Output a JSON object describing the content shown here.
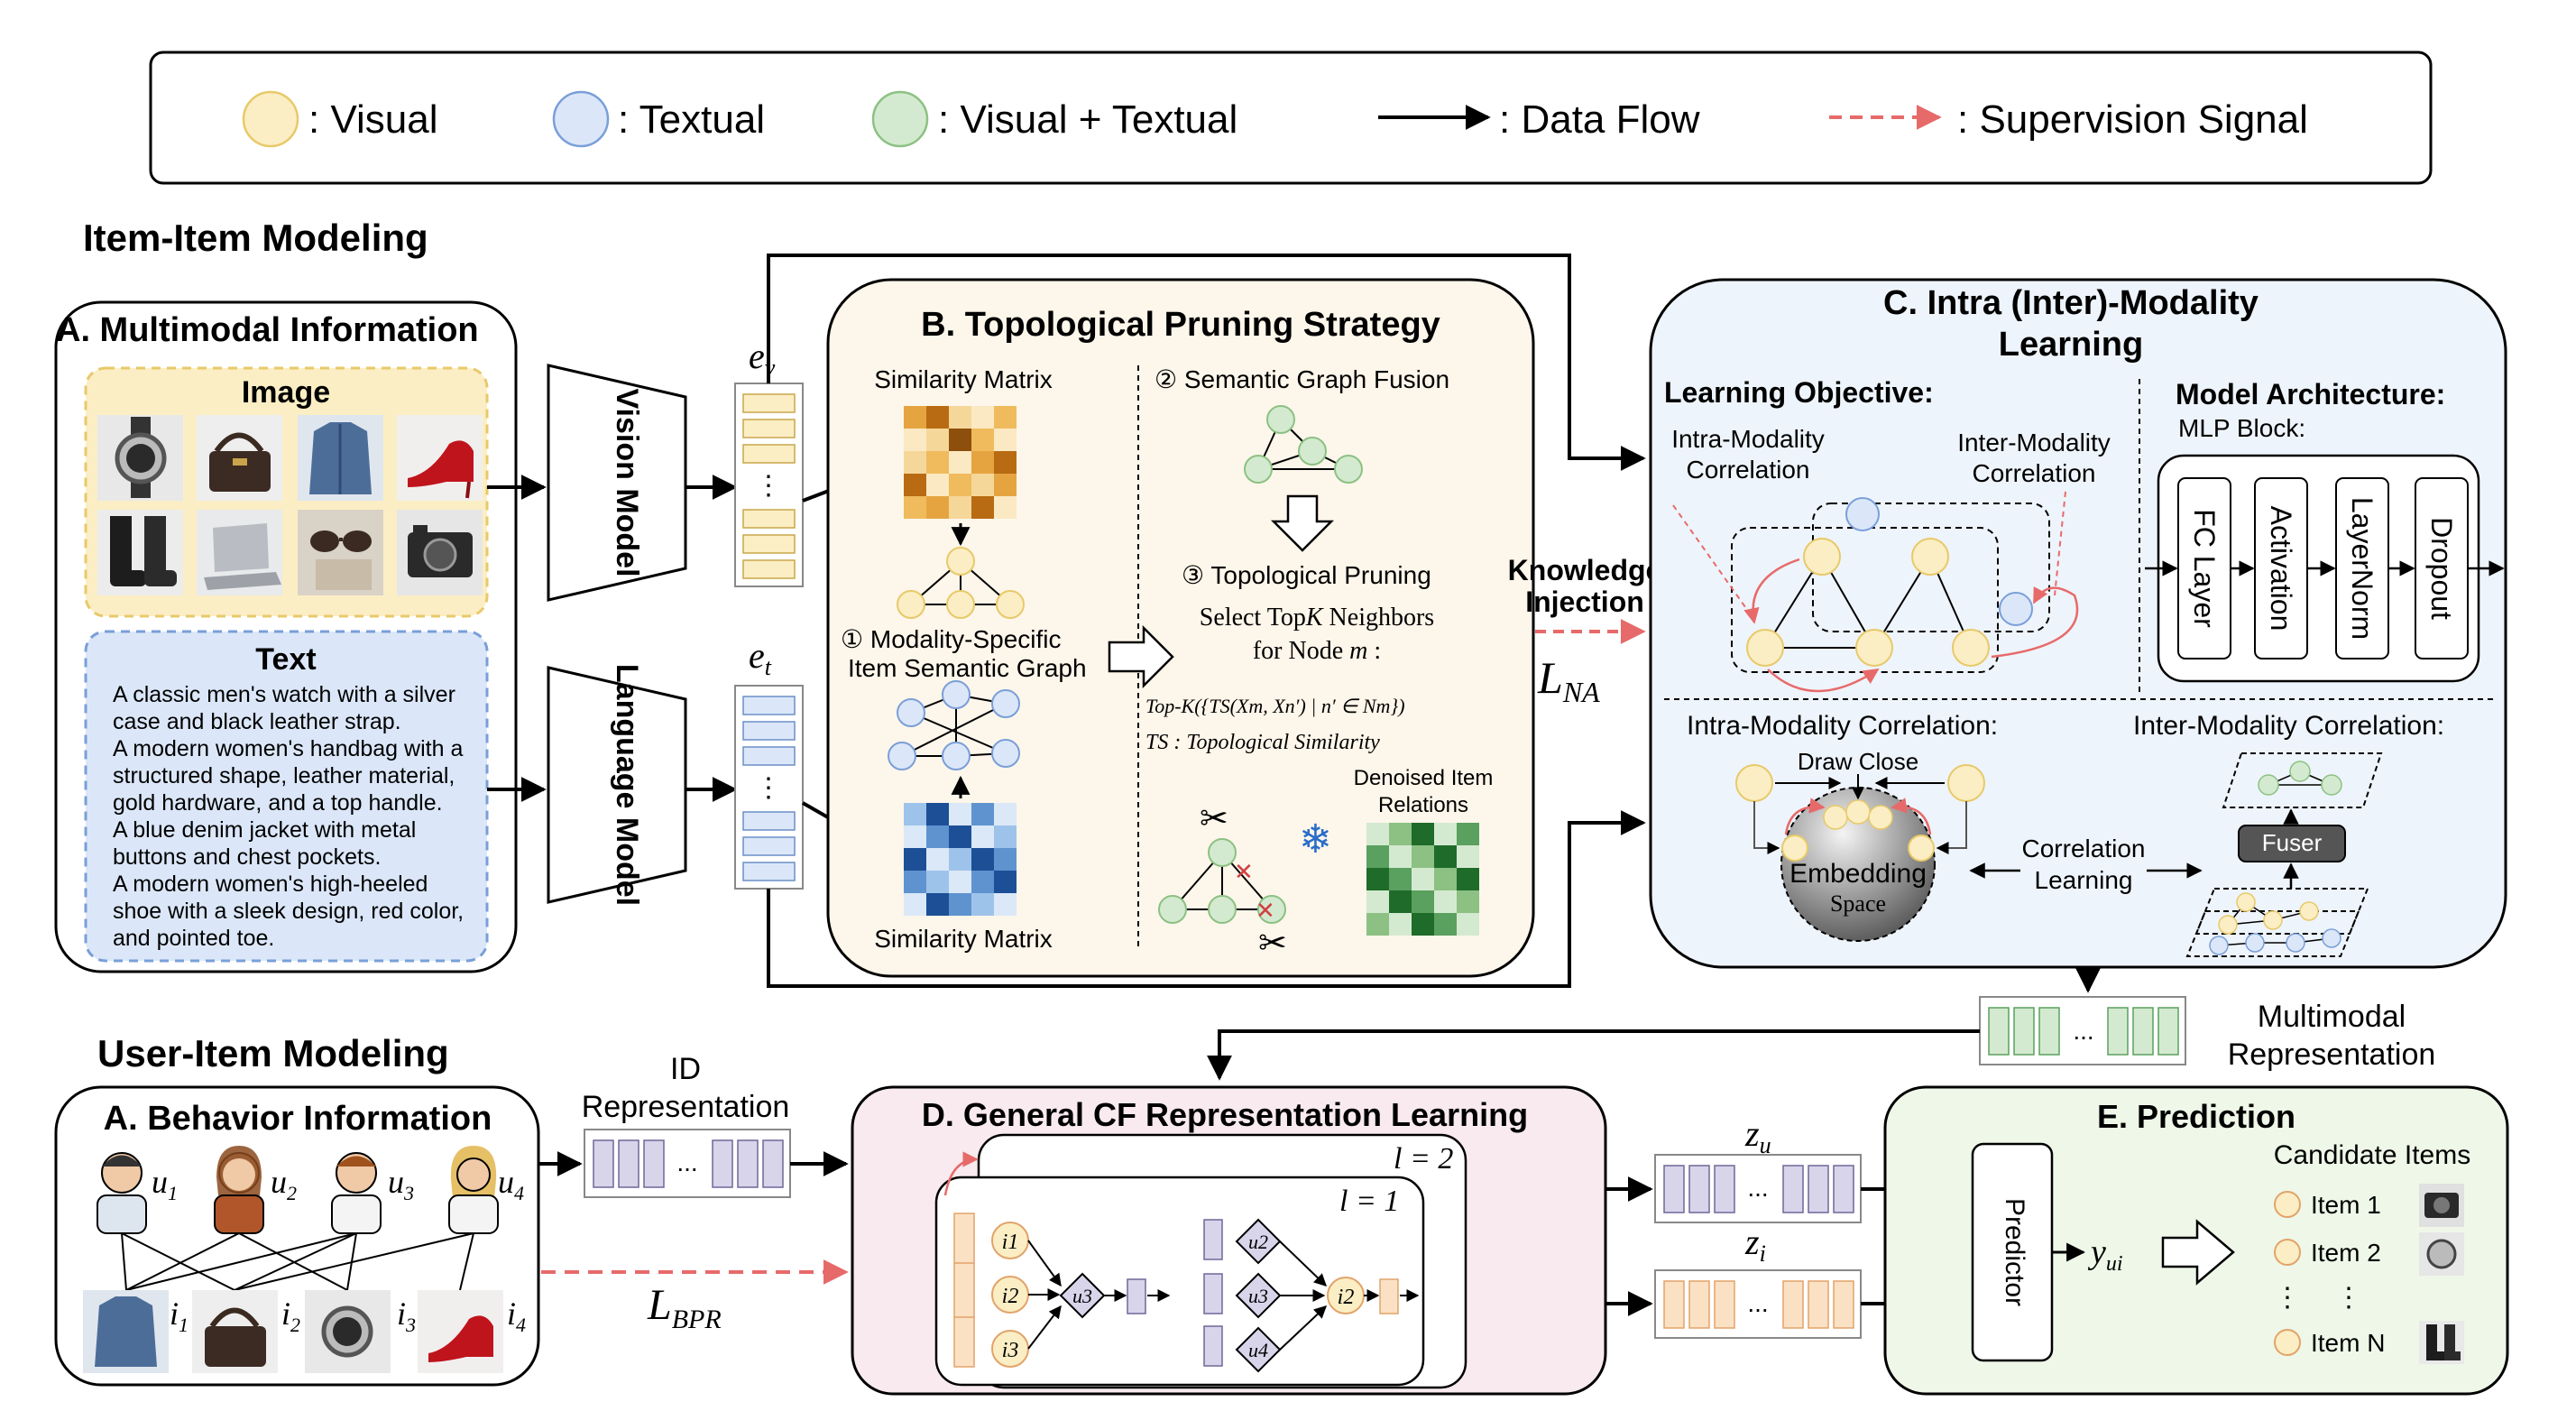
{
  "legend": {
    "visual": ": Visual",
    "textual": ": Textual",
    "visual_textual": ": Visual + Textual",
    "data_flow": ": Data Flow",
    "supervision": ": Supervision Signal"
  },
  "item_item_title": "Item-Item Modeling",
  "user_item_title": "User-Item Modeling",
  "panel_a": {
    "title": "A. Multimodal Information",
    "image_label": "Image",
    "text_label": "Text",
    "text_lines": [
      "A classic men's watch with a silver",
      "case and black leather strap.",
      "A modern women's handbag with a",
      "structured shape, leather material,",
      "gold hardware, and a top handle.",
      "A blue denim jacket with metal",
      "buttons and chest pockets.",
      "A modern women's high-heeled",
      "shoe with a sleek design, red color,",
      "and pointed toe."
    ],
    "image_icons": [
      "watch-image",
      "handbag-image",
      "denim-jacket-image",
      "red-heel-image",
      "boots-image",
      "laptop-image",
      "sunglasses-image",
      "camera-image"
    ]
  },
  "models": {
    "vision": "Vision Model",
    "language": "Language Model",
    "e_v": "e",
    "e_v_sub": "v",
    "e_t": "e",
    "e_t_sub": "t",
    "dots": "⋮"
  },
  "panel_b": {
    "title": "B. Topological Pruning Strategy",
    "sim_matrix_top": "Similarity Matrix",
    "sim_matrix_bottom": "Similarity Matrix",
    "step1_a": "① Modality-Specific",
    "step1_b": "Item Semantic Graph",
    "step2": "② Semantic Graph Fusion",
    "step3": "③ Topological Pruning",
    "select_a": "Select Top",
    "select_k": "K",
    "select_b": " Neighbors",
    "for_node": "for Node ",
    "node_m": "m",
    "colon": " :",
    "topk_formula": "Top-K({TS(Xm, Xn′) | n′ ∈ Nm})",
    "ts_def": "TS : Topological Similarity",
    "denoised_a": "Denoised Item",
    "denoised_b": "Relations",
    "snowflake": "❄"
  },
  "knowledge": {
    "line1": "Knowledge",
    "line2": "Injection",
    "loss": "L",
    "loss_sub": "NA"
  },
  "panel_c": {
    "title_1": "C. Intra (Inter)-Modality",
    "title_2": "Learning",
    "learning_objective": "Learning Objective:",
    "intra_corr_a": "Intra-Modality",
    "intra_corr_b": "Correlation",
    "inter_corr_a": "Inter-Modality",
    "inter_corr_b": "Correlation",
    "model_arch": "Model Architecture:",
    "mlp_block": "MLP Block:",
    "mlp_layers": [
      "FC Layer",
      "Activation",
      "LayerNorm",
      "Dropout"
    ],
    "intra_bottom": "Intra-Modality Correlation:",
    "inter_bottom": "Inter-Modality Correlation:",
    "draw_close": "Draw Close",
    "embedding": "Embedding",
    "space": "Space",
    "corr_learning_a": "Correlation",
    "corr_learning_b": "Learning",
    "fuser": "Fuser"
  },
  "multimodal_rep": {
    "line1": "Multimodal",
    "line2": "Representation",
    "dots": "..."
  },
  "behavior": {
    "title": "A. Behavior Information",
    "users": [
      {
        "sym": "u",
        "sub": "1"
      },
      {
        "sym": "u",
        "sub": "2"
      },
      {
        "sym": "u",
        "sub": "3"
      },
      {
        "sym": "u",
        "sub": "4"
      }
    ],
    "items": [
      {
        "sym": "i",
        "sub": "1"
      },
      {
        "sym": "i",
        "sub": "2"
      },
      {
        "sym": "i",
        "sub": "3"
      },
      {
        "sym": "i",
        "sub": "4"
      }
    ]
  },
  "id_rep": {
    "line1": "ID",
    "line2": "Representation",
    "dots": "..."
  },
  "bpr": {
    "loss": "L",
    "loss_sub": "BPR"
  },
  "panel_d": {
    "title": "D. General CF Representation Learning",
    "l2": "l = 2",
    "l1": "l = 1",
    "left_items": [
      "i1",
      "i2",
      "i3"
    ],
    "left_user": "u3",
    "right_users": [
      "u2",
      "u3",
      "u4"
    ],
    "right_item": "i2"
  },
  "z": {
    "zu": "z",
    "zu_sub": "u",
    "zi": "z",
    "zi_sub": "i",
    "dots": "..."
  },
  "panel_e": {
    "title": "E. Prediction",
    "predictor": "Predictor",
    "y": "y",
    "y_sub": "ui",
    "candidate": "Candidate Items",
    "items": [
      "Item 1",
      "Item 2",
      "Item N"
    ],
    "vdots": "⋮"
  },
  "colors": {
    "visual": "#fbeec4",
    "textual": "#dbe7f8",
    "fused": "#d4ead0",
    "supervision": "#e76a6a",
    "panel_b_bg": "#fdf6ea",
    "panel_c_bg": "#eef4fb",
    "panel_d_bg": "#f8eaee",
    "panel_e_bg": "#eef7e8"
  }
}
